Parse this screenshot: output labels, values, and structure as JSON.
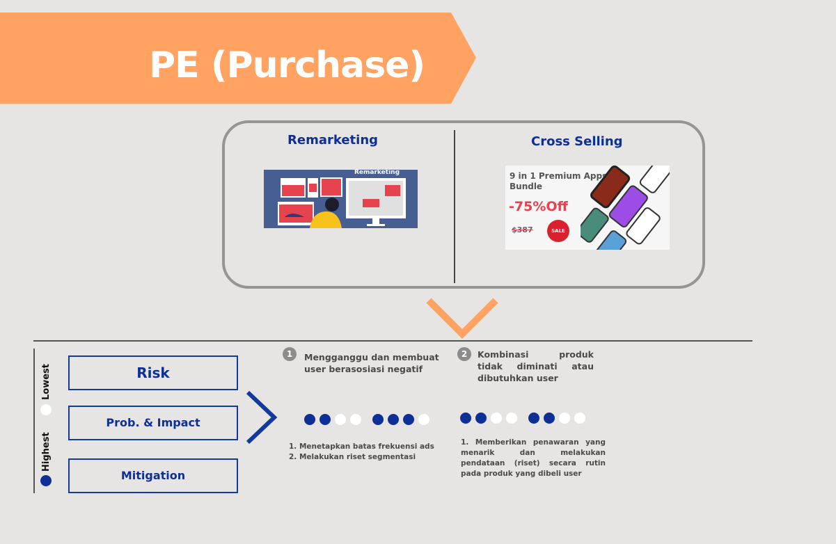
{
  "title": "PE (Purchase)",
  "colors": {
    "accent_orange": "#ffa262",
    "brand_blue": "#0d2f96",
    "frame_gray": "#959595",
    "background": "#e6e5e3"
  },
  "strategies": [
    {
      "heading": "Remarketing",
      "image": {
        "label": "Remarketing",
        "alt": "Person viewing remarketing ads on multiple devices"
      }
    },
    {
      "heading": "Cross Selling",
      "image": {
        "line1": "9 in 1 Premium Apps",
        "line2": "Bundle",
        "discount": "-75%Off",
        "old_price": "$387",
        "badge": "SALE"
      }
    }
  ],
  "legend": {
    "lowest": "Lowest",
    "highest": "Highest"
  },
  "row_labels": [
    "Risk",
    "Prob. & Impact",
    "Mitigation"
  ],
  "risks": [
    {
      "number": "1",
      "risk": "Mengganggu dan membuat user berasosiasi negatif",
      "probability": {
        "filled": 2,
        "total": 4
      },
      "impact": {
        "filled": 3,
        "total": 4
      },
      "mitigation": [
        "1. Menetapkan batas frekuensi ads",
        "2. Melakukan riset segmentasi"
      ]
    },
    {
      "number": "2",
      "risk": "Kombinasi produk tidak diminati atau dibutuhkan user",
      "probability": {
        "filled": 2,
        "total": 4
      },
      "impact": {
        "filled": 2,
        "total": 4
      },
      "mitigation": [
        "1. Memberikan penawaran yang menarik dan melakukan pendataan (riset) secara rutin pada produk yang dibeli user"
      ]
    }
  ]
}
